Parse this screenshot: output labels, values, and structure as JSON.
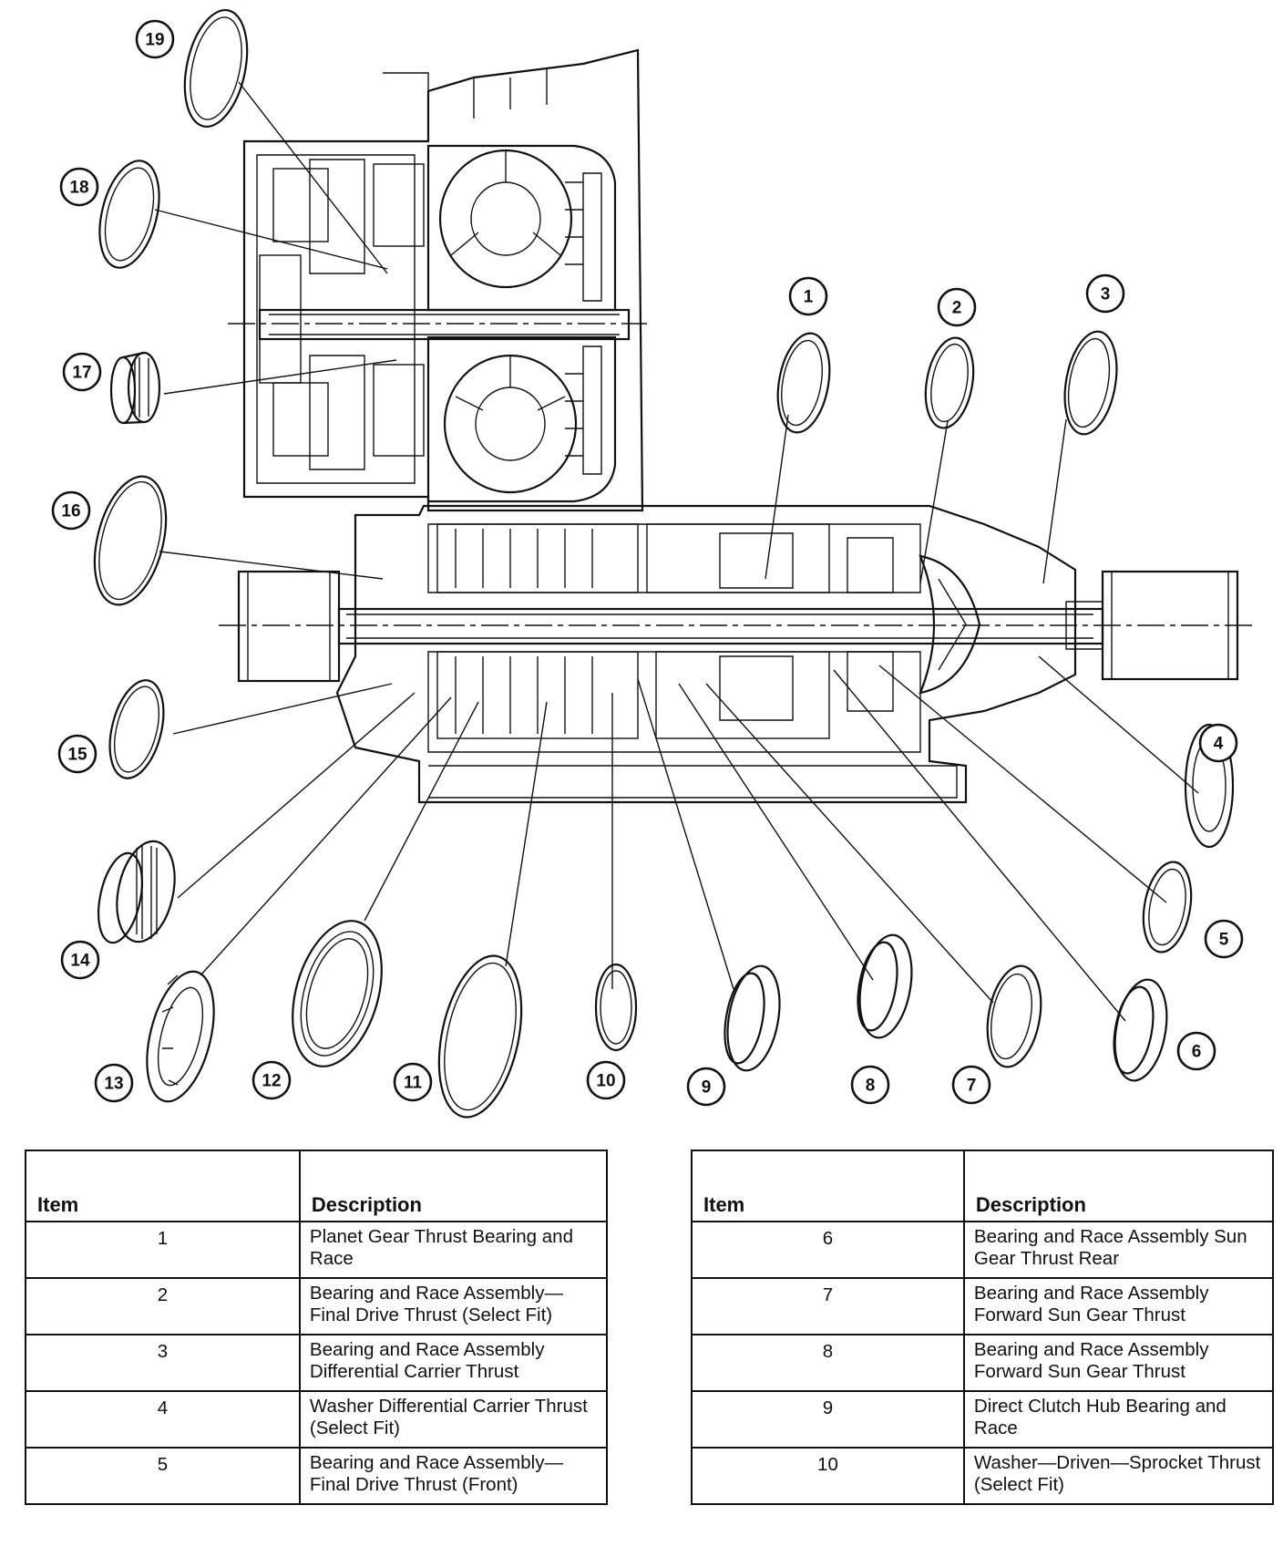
{
  "callouts": [
    "1",
    "2",
    "3",
    "4",
    "5",
    "6",
    "7",
    "8",
    "9",
    "10",
    "11",
    "12",
    "13",
    "14",
    "15",
    "16",
    "17",
    "18",
    "19"
  ],
  "tables": {
    "header_item": "Item",
    "header_description": "Description",
    "left": [
      {
        "item": "1",
        "description": "Planet Gear Thrust Bearing and Race"
      },
      {
        "item": "2",
        "description": "Bearing and Race Assembly—Final Drive Thrust (Select Fit)"
      },
      {
        "item": "3",
        "description": "Bearing and Race Assembly Differential Carrier Thrust"
      },
      {
        "item": "4",
        "description": "Washer Differential Carrier Thrust (Select Fit)"
      },
      {
        "item": "5",
        "description": "Bearing and Race Assembly—Final Drive Thrust (Front)"
      }
    ],
    "right": [
      {
        "item": "6",
        "description": "Bearing and Race Assembly Sun Gear Thrust Rear"
      },
      {
        "item": "7",
        "description": "Bearing and Race Assembly Forward Sun Gear Thrust"
      },
      {
        "item": "8",
        "description": "Bearing and Race Assembly Forward Sun Gear Thrust"
      },
      {
        "item": "9",
        "description": "Direct Clutch Hub Bearing and Race"
      },
      {
        "item": "10",
        "description": "Washer—Driven—Sprocket Thrust (Select Fit)"
      }
    ]
  }
}
